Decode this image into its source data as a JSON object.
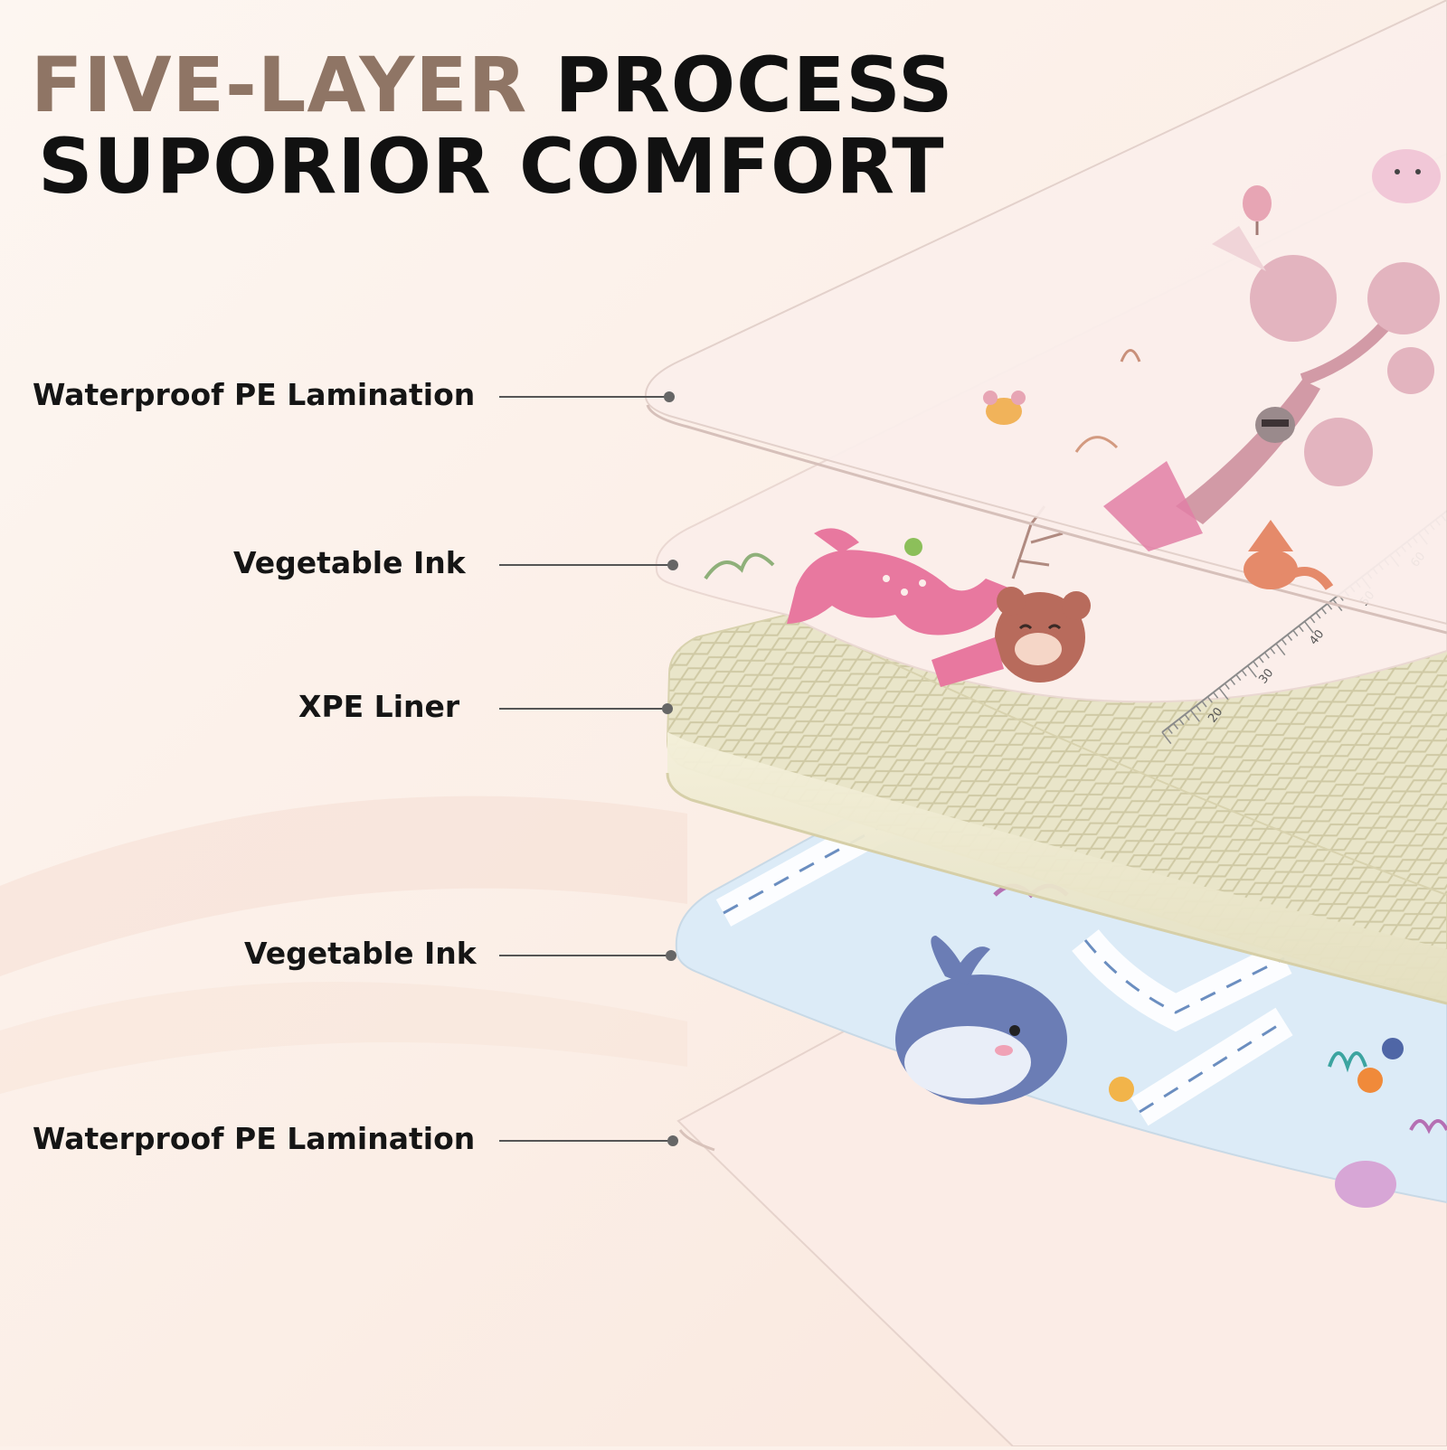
{
  "headline": {
    "line1_accent": "FIVE-LAYER",
    "line1_rest": "PROCESS",
    "line2": "SUPORIOR COMFORT"
  },
  "layers": [
    {
      "label": "Waterproof PE Lamination"
    },
    {
      "label": "Vegetable Ink"
    },
    {
      "label": "XPE Liner"
    },
    {
      "label": "Vegetable Ink"
    },
    {
      "label": "Waterproof PE Lamination"
    }
  ],
  "ruler_marks": [
    "20",
    "30",
    "40",
    "50",
    "60"
  ],
  "colors": {
    "accent": "#8f7565",
    "text": "#111111",
    "background": "#fcf1ea",
    "pink_print": "#e8789f",
    "foam": "#ece8cf",
    "blue_print": "#dcebf7"
  }
}
